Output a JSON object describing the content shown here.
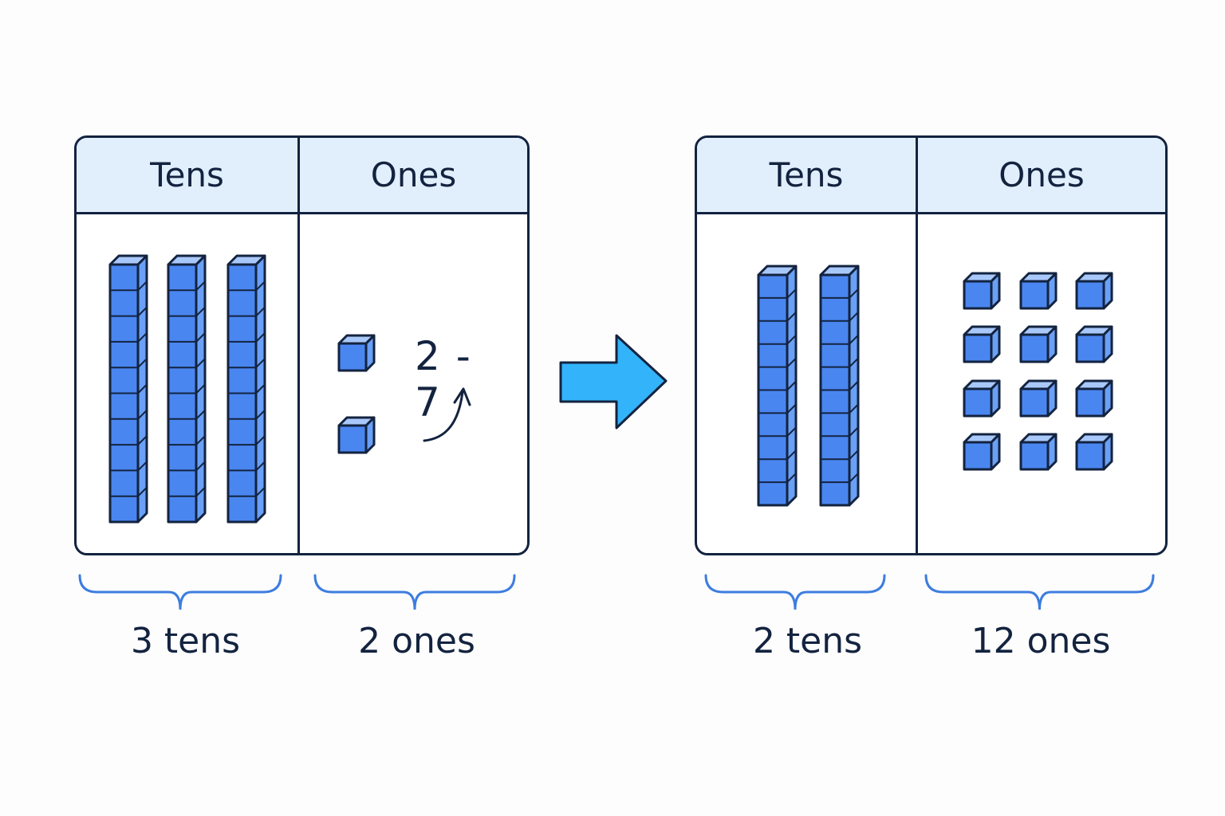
{
  "before": {
    "tens_header": "Tens",
    "ones_header": "Ones",
    "tens_caption": "3 tens",
    "ones_caption": "2 ones",
    "tens_rods": 3,
    "ones_cubes": 2,
    "note": "2 - 7"
  },
  "after": {
    "tens_header": "Tens",
    "ones_header": "Ones",
    "tens_caption": "2 tens",
    "ones_caption": "12 ones",
    "tens_rods": 2,
    "ones_cubes": 12
  },
  "colors": {
    "block_fill": "#4a86f0",
    "block_side": "#6aa0f6",
    "block_top": "#a9c8fa",
    "outline": "#13233f",
    "header_fill": "#e1effd",
    "brace": "#3d7ddf",
    "arrow": "#33b3f9"
  },
  "icons": [
    "tens-rod-icon",
    "unit-cube-icon",
    "curved-arrow-icon",
    "right-arrow-icon",
    "brace-icon"
  ]
}
